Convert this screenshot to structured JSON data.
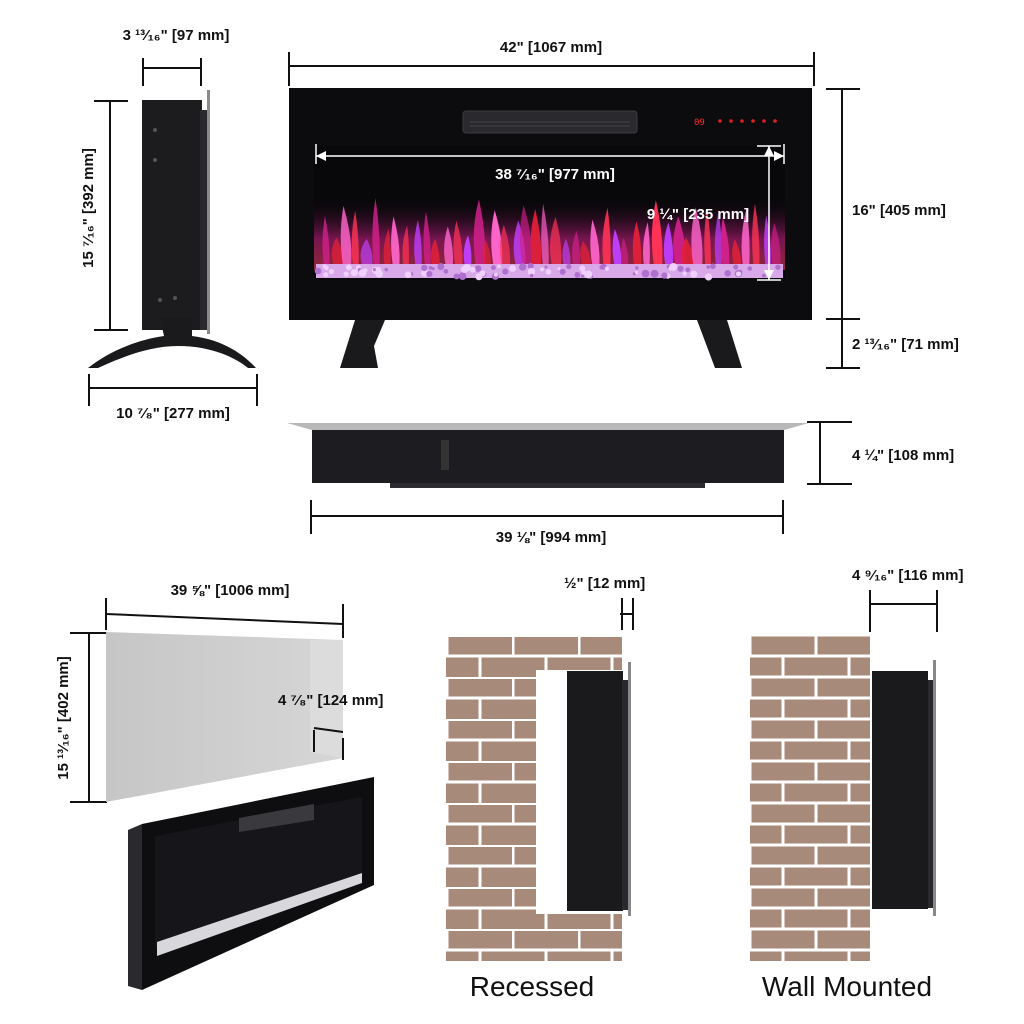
{
  "front_view": {
    "width": "42\" [1067 mm]",
    "viewing_width": "38 ⁷⁄₁₆\" [977 mm]",
    "viewing_height": "9 ¼\" [235 mm]",
    "body_height": "16\" [405 mm]",
    "stand_height": "2 ¹³⁄₁₆\" [71 mm]",
    "led_display": "09"
  },
  "side_view": {
    "depth": "3 ¹³⁄₁₆\" [97 mm]",
    "height": "15 ⁷⁄₁₆\" [392 mm]",
    "stand_width": "10 ⁷⁄₈\" [277 mm]"
  },
  "top_view": {
    "depth": "4 ¼\" [108 mm]",
    "body_width": "39 ⅛\" [994 mm]"
  },
  "recess_opening": {
    "width": "39 ⅝\" [1006 mm]",
    "height": "15 ¹³⁄₁₆\" [402 mm]",
    "depth": "4 ⁷⁄₈\" [124 mm]"
  },
  "recessed_install": {
    "protrusion": "½\" [12 mm]",
    "caption": "Recessed"
  },
  "wall_mount_install": {
    "protrusion": "4 ⁹⁄₁₆\" [116 mm]",
    "caption": "Wall Mounted"
  },
  "colors": {
    "brick": "#a88a7a",
    "mortar": "#ffffff",
    "unit_body": "#1a1a1d",
    "flame_magenta": "#d0208a",
    "flame_red": "#e0203a",
    "panel_grey": "#c8c8c8"
  }
}
